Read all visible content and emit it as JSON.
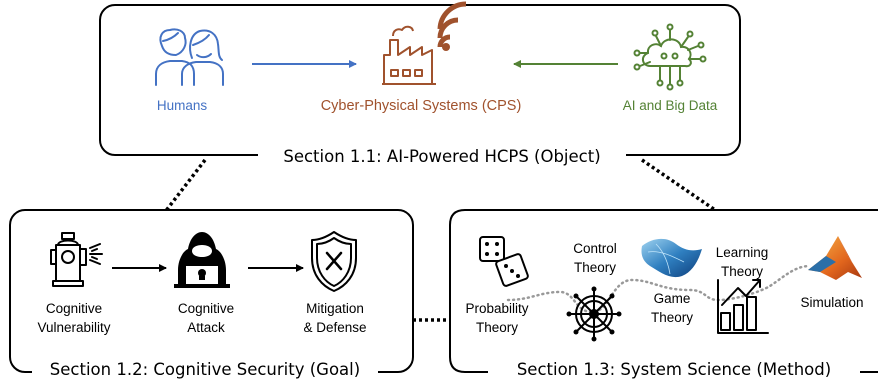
{
  "top_panel": {
    "humans_label": "Humans",
    "cps_label": "Cyber-Physical Systems (CPS)",
    "ai_label": "AI and Big Data",
    "caption": "Section 1.1: AI-Powered HCPS (Object)",
    "colors": {
      "humans": "#4472c4",
      "cps": "#a0522d",
      "ai": "#548235"
    }
  },
  "left_panel": {
    "caption": "Section 1.2: Cognitive Security (Goal)",
    "items": [
      {
        "line1": "Cognitive",
        "line2": "Vulnerability",
        "icon": "fire-hydrant-icon"
      },
      {
        "line1": "Cognitive",
        "line2": "Attack",
        "icon": "hacker-icon"
      },
      {
        "line1": "Mitigation",
        "line2": "& Defense",
        "icon": "shield-icon"
      }
    ]
  },
  "right_panel": {
    "caption": "Section 1.3: System Science (Method)",
    "items": [
      {
        "line1": "Probability",
        "line2": "Theory",
        "icon": "dice-icon"
      },
      {
        "line1": "Control",
        "line2": "Theory",
        "icon": "ship-wheel-icon"
      },
      {
        "line1": "Game",
        "line2": "Theory",
        "icon": "surface-plot-icon"
      },
      {
        "line1": "Learning",
        "line2": "Theory",
        "icon": "growth-chart-icon"
      },
      {
        "line1": "Simulation",
        "icon": "matlab-icon"
      }
    ]
  }
}
